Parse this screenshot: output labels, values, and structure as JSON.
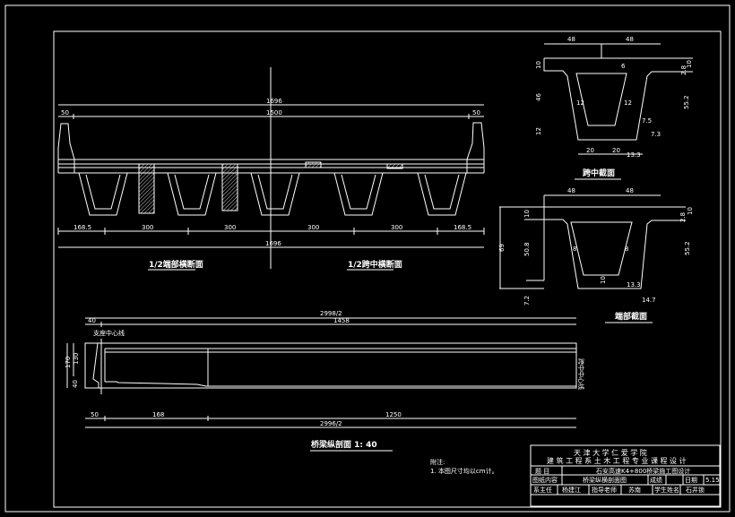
{
  "cross_section": {
    "dim_total_top": "1696",
    "dim_deck": "1500",
    "dim_left_edge": "50",
    "dim_right_edge": "50",
    "spans": [
      "168.5",
      "300",
      "300",
      "300",
      "300",
      "168.5"
    ],
    "dim_total_bottom": "1696",
    "title_left": "1/2端部横断面",
    "title_right": "1/2跨中横断面"
  },
  "mid_section": {
    "title": "跨中截面",
    "dims": [
      "48",
      "48",
      "10",
      "46",
      "12",
      "6",
      "12",
      "12",
      "20",
      "20",
      "13.3",
      "7.5",
      "7.3",
      "55.2",
      "10",
      "2.8"
    ]
  },
  "end_section": {
    "title": "端部截面",
    "dims": [
      "48",
      "48",
      "10",
      "50.8",
      "69",
      "7.2",
      "8",
      "8",
      "10",
      "13.3",
      "14.7",
      "55.2",
      "10",
      "2.8"
    ]
  },
  "long_section": {
    "dim_top_total": "2998/2",
    "dim_top_left": "40",
    "dim_top_main": "1458",
    "support_label": "支座中心线",
    "centerline_label": "跨中中心线",
    "height_dims": [
      "170",
      "130",
      "40"
    ],
    "dim_bottom": [
      "50",
      "168",
      "1250"
    ],
    "dim_bottom_total": "2996/2",
    "title": "桥梁纵剖面  1: 40"
  },
  "notes": {
    "heading": "附注:",
    "items": [
      "1. 本图尺寸均以cm计。"
    ]
  },
  "title_block": {
    "school": "天 津 大 学 仁 爱 学 院",
    "course": "建 筑 工 程 系 土 木 工 程 专 业 课 程 设 计",
    "subject_label": "题  目",
    "subject": "石安高速K4+800桥梁施工图设计",
    "content_label": "图纸内容",
    "content": "桥梁纵横剖面图",
    "grade_label": "成绩",
    "date_label": "日期",
    "date": "5.15",
    "dean_label": "系主任",
    "dean": "杨建江",
    "advisor_label": "指导老师",
    "advisor": "苏南",
    "student_label": "学生姓名",
    "student": "石井锁"
  }
}
